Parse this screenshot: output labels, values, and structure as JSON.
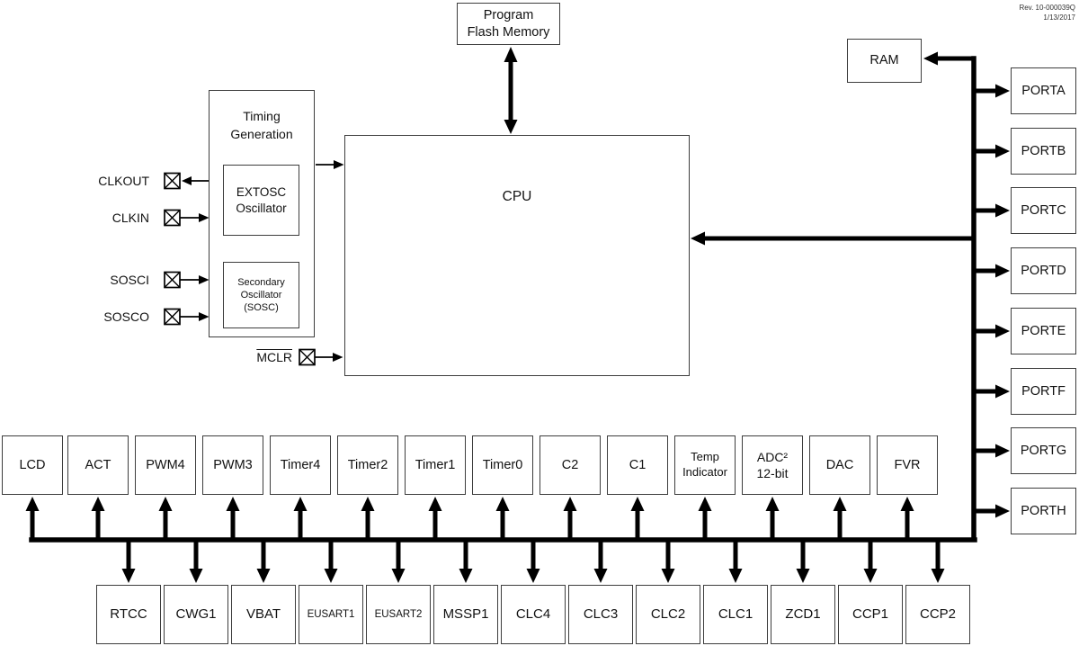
{
  "meta": {
    "rev": "Rev. 10-000039Q\n1/13/2017"
  },
  "colors": {
    "line": "#000000",
    "box_border": "#3d3d3d",
    "text": "#111111",
    "background": "#ffffff"
  },
  "blocks": {
    "program_flash": "Program\nFlash Memory",
    "ram": "RAM",
    "cpu": "CPU",
    "timing_generation": "Timing\nGeneration",
    "extosc": "EXTOSC\nOscillator",
    "sosc": "Secondary\nOscillator\n(SOSC)"
  },
  "pin_labels": {
    "clkout": "CLKOUT",
    "clkin": "CLKIN",
    "sosci": "SOSCI",
    "sosco": "SOSCO",
    "mclr": "MCLR"
  },
  "ports": [
    "PORTA",
    "PORTB",
    "PORTC",
    "PORTD",
    "PORTE",
    "PORTF",
    "PORTG",
    "PORTH"
  ],
  "peripherals_top": [
    "LCD",
    "ACT",
    "PWM4",
    "PWM3",
    "Timer4",
    "Timer2",
    "Timer1",
    "Timer0",
    "C2",
    "C1",
    "Temp\nIndicator",
    "ADC²\n12-bit",
    "DAC",
    "FVR"
  ],
  "peripherals_bottom": [
    "RTCC",
    "CWG1",
    "VBAT",
    "EUSART1",
    "EUSART2",
    "MSSP1",
    "CLC4",
    "CLC3",
    "CLC2",
    "CLC1",
    "ZCD1",
    "CCP1",
    "CCP2"
  ]
}
